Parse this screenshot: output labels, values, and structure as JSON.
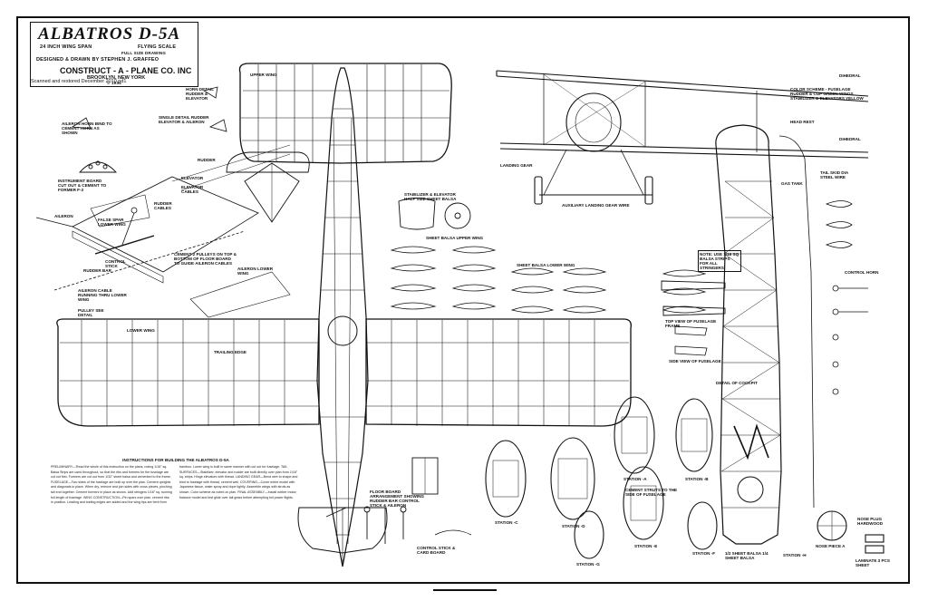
{
  "title_block": {
    "title": "ALBATROS D-5A",
    "wing_span": "24 INCH WING SPAN",
    "scale": "FLYING SCALE",
    "full_size": "FULL SIZE DRAWING",
    "designer": "DESIGNED & DRAWN BY STEPHEN J. GRAFFEO",
    "company": "CONSTRUCT - A - PLANE CO. INC",
    "location": "BROOKLYN, NEW YORK",
    "year": "© 1934",
    "scan_note": "Scanned and restored December 2010 pd1"
  },
  "labels": {
    "aileron_horn": "AILERON HORN BIND TO CEMENT HORN AS SHOWN",
    "instrument_board": "INSTRUMENT BOARD CUT OUT & CEMENT TO FORMER F-3",
    "single_rudder": "SINGLE DETAIL RUDDER ELEVATOR & AILERON",
    "horn_detail": "HORN DETAIL RUDDER & ELEVATOR",
    "rudder": "RUDDER",
    "elevator": "ELEVATOR",
    "elevator_cables": "ELEVATOR CABLES",
    "rudder_cables": "RUDDER CABLES",
    "aileron": "AILERON",
    "false_spar": "FALSE SPAR LOWER WING",
    "control_stick": "CONTROL STICK",
    "rudder_bar": "RUDDER BAR",
    "pulley": "PULLEY SEE DETAIL",
    "aileron_cable_pulley": "AILERON CABLE RUNNING THRU LOWER WING",
    "cement_pulleys": "CEMENT 2 PULLEYS ON TOP & BOTTOM OF FLOOR BOARD TO GUIDE AILERON CABLES",
    "aileron_lower_wing": "AILERON LOWER WING",
    "stabilizer_elevator": "STABILIZER & ELEVATOR HALF SIZE SHEET BALSA",
    "landing_gear": "LANDING GEAR",
    "auxiliary_gear": "AUXILIARY LANDING GEAR WIRE",
    "dihedral": "DIHEDRAL",
    "color_scheme": "COLOR SCHEME - FUSELAGE RUDDER & CUP GREEN WINGS STABILIZER & ELEVATORS YELLOW",
    "top_view_fuselage": "TOP VIEW OF FUSELAGE FRAME",
    "side_view_fuselage": "SIDE VIEW OF FUSELAGE",
    "note": "NOTE: USE 1/16 SQ BALSA STRIPS FOR ALL STRINGERS",
    "tail_skid": "TAIL SKID DIA STEEL WIRE",
    "control_horn": "CONTROL HORN",
    "head_rest": "HEAD REST",
    "gas_tank": "GAS TANK",
    "floor_board": "FLOOR BOARD ARRANGEMENT SHOWING RUDDER BAR CONTROL STICK & AILERON",
    "control_stick_detail": "CONTROL STICK & CARD BOARD",
    "station_a": "STATION -A",
    "station_b": "STATION -B",
    "station_c": "STATION -C",
    "station_d": "STATION -D",
    "station_e": "STATION -E",
    "station_f": "STATION -F",
    "station_g": "STATION -G",
    "station_h": "STATION -H",
    "nose_piece": "NOSE PIECE A",
    "nose_plug": "NOSE PLUG HARDWOOD",
    "laminate": "LAMINATE 3 PCS SHEET",
    "propeller": "1/2 SHEET BALSA 1/4 SHEET BALSA",
    "wing_ribs": "SHEET BALSA UPPER WING",
    "lower_wing_ribs": "SHEET BALSA LOWER WING",
    "cement_struts": "CEMENT STRUTS TO THE SIDE OF FUSELAGE",
    "trailing_edge": "TRAILING EDGE",
    "upper_wing": "UPPER WING",
    "lower_wing": "LOWER WING",
    "mirror_detail": "DETAIL OF COCKPIT"
  },
  "instructions": {
    "title": "INSTRUCTIONS FOR BUILDING THE ALBATROS D-5A",
    "body": "PRELIMINARY—Read the whole of this instruction on the plans, noting 1/16\" sq. Balsa Strips are used throughout, so that the ribs and formers for the fuselage are cut out first. Formers are cut out from 1/32\" sheet balsa and cemented to the frame. FUSELAGE—Two sides of the fuselage are built up over the plan. Cement uprights and diagonals in place. When dry, remove and join sides with cross pieces, pinching tail end together. Cement formers in place as shown. Add stringers 1/16\" sq. running full length of fuselage. WING CONSTRUCTION—Pin spars over plan, cement ribs in position. Leading and trailing edges are added and the wing tips are bent from bamboo. Lower wing is built in same manner with cut out for fuselage. TAIL SURFACES—Stabilizer, elevator and rudder are built directly over plan from 1/16\" sq. strips. Hinge elevators with thread. LANDING GEAR—Bend wire to shape and bind to fuselage with thread, cement well. COVERING—Cover entire model with Japanese tissue, water spray and dope lightly. Assemble wings with struts as shown. Color scheme as noted on plan. FINAL ASSEMBLY—Install rubber motor, balance model and test glide over tall grass before attempting full power flights."
  }
}
